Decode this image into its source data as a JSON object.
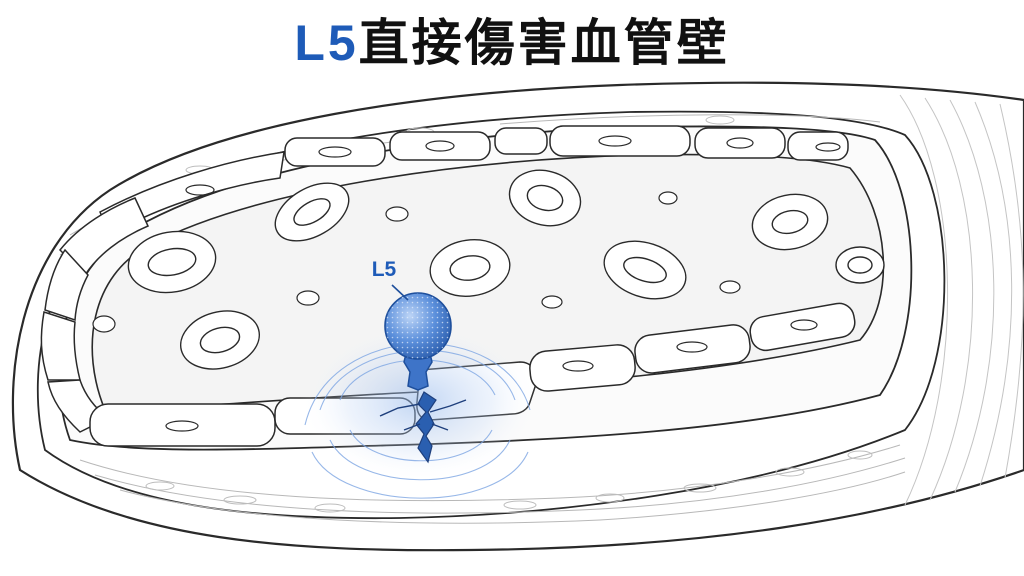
{
  "title": {
    "accent_text": "L5",
    "main_text": "直接傷害血管壁"
  },
  "colors": {
    "accent": "#1e5bb8",
    "title_text": "#111111",
    "particle_fill": "#4f86d6",
    "particle_outline": "#1e4f9c",
    "line": "#2a2a2a",
    "lumen": "#f6f6f6",
    "damage_glow": "#8fb4ea"
  },
  "labels": {
    "particle": "L5"
  },
  "icons": {
    "particle": "lipoprotein-particle-icon",
    "crack": "wall-crack-icon"
  }
}
